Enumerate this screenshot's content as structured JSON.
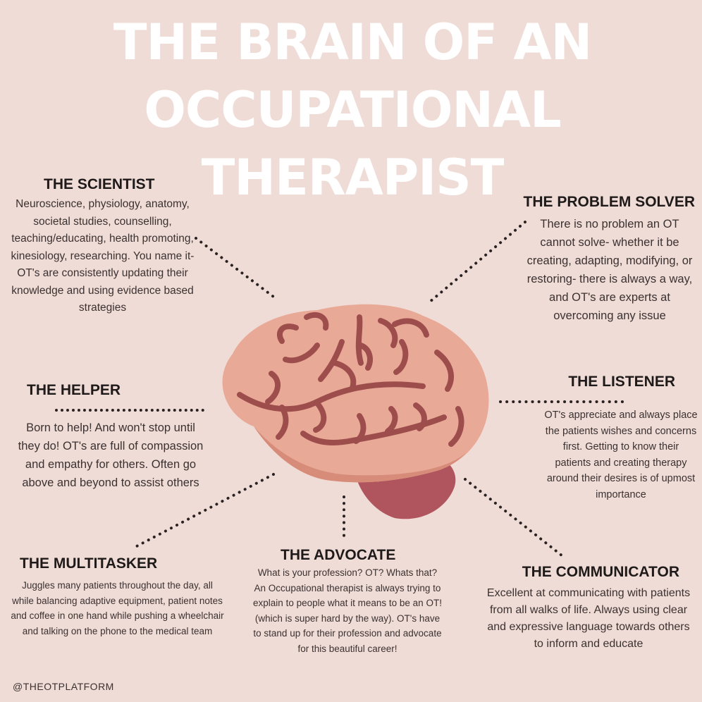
{
  "title": {
    "line1": "THE BRAIN OF AN",
    "line2": "OCCUPATIONAL",
    "line3": "THERAPIST"
  },
  "sections": {
    "scientist": {
      "heading": "THE SCIENTIST",
      "body": "Neuroscience, physiology, anatomy, societal studies, counselling, teaching/educating, health promoting, kinesiology, researching. You name it- OT's are consistently updating their knowledge and using evidence based strategies"
    },
    "problem_solver": {
      "heading": "THE PROBLEM SOLVER",
      "body": "There is no problem an OT cannot solve- whether it be creating, adapting, modifying, or restoring- there is always a way, and OT's are experts at overcoming any issue"
    },
    "helper": {
      "heading": "THE HELPER",
      "body": "Born to help! And won't stop until they do! OT's are full of compassion and empathy for others. Often go above and beyond to assist others"
    },
    "listener": {
      "heading": "THE LISTENER",
      "body": "OT's appreciate and always place the patients wishes and concerns first. Getting to know their patients and creating therapy around their desires is of upmost importance"
    },
    "multitasker": {
      "heading": "THE MULTITASKER",
      "body": "Juggles many patients throughout the day, all while balancing adaptive equipment, patient notes and coffee in one hand while pushing a wheelchair and talking on the phone to the medical team"
    },
    "advocate": {
      "heading": "THE ADVOCATE",
      "body": "What is your profession? OT? Whats that? An Occupational therapist is always trying to explain to people what it means to be an OT! (which is super hard by the way). OT's have to stand up for their profession and advocate for this beautiful career!"
    },
    "communicator": {
      "heading": "THE COMMUNICATOR",
      "body": "Excellent at communicating with patients from all walks of life. Always using clear and expressive language towards others to inform and educate"
    }
  },
  "footer": {
    "handle": "@THEOTPLATFORM"
  },
  "colors": {
    "background": "#f0dcd6",
    "brain": "#e8a997",
    "brain_shadow": "#d78c7a",
    "brain_folds": "#9e4d4d",
    "cerebellum": "#b0555e",
    "title": "#ffffff"
  },
  "icons": {
    "brain": "brain-icon"
  }
}
